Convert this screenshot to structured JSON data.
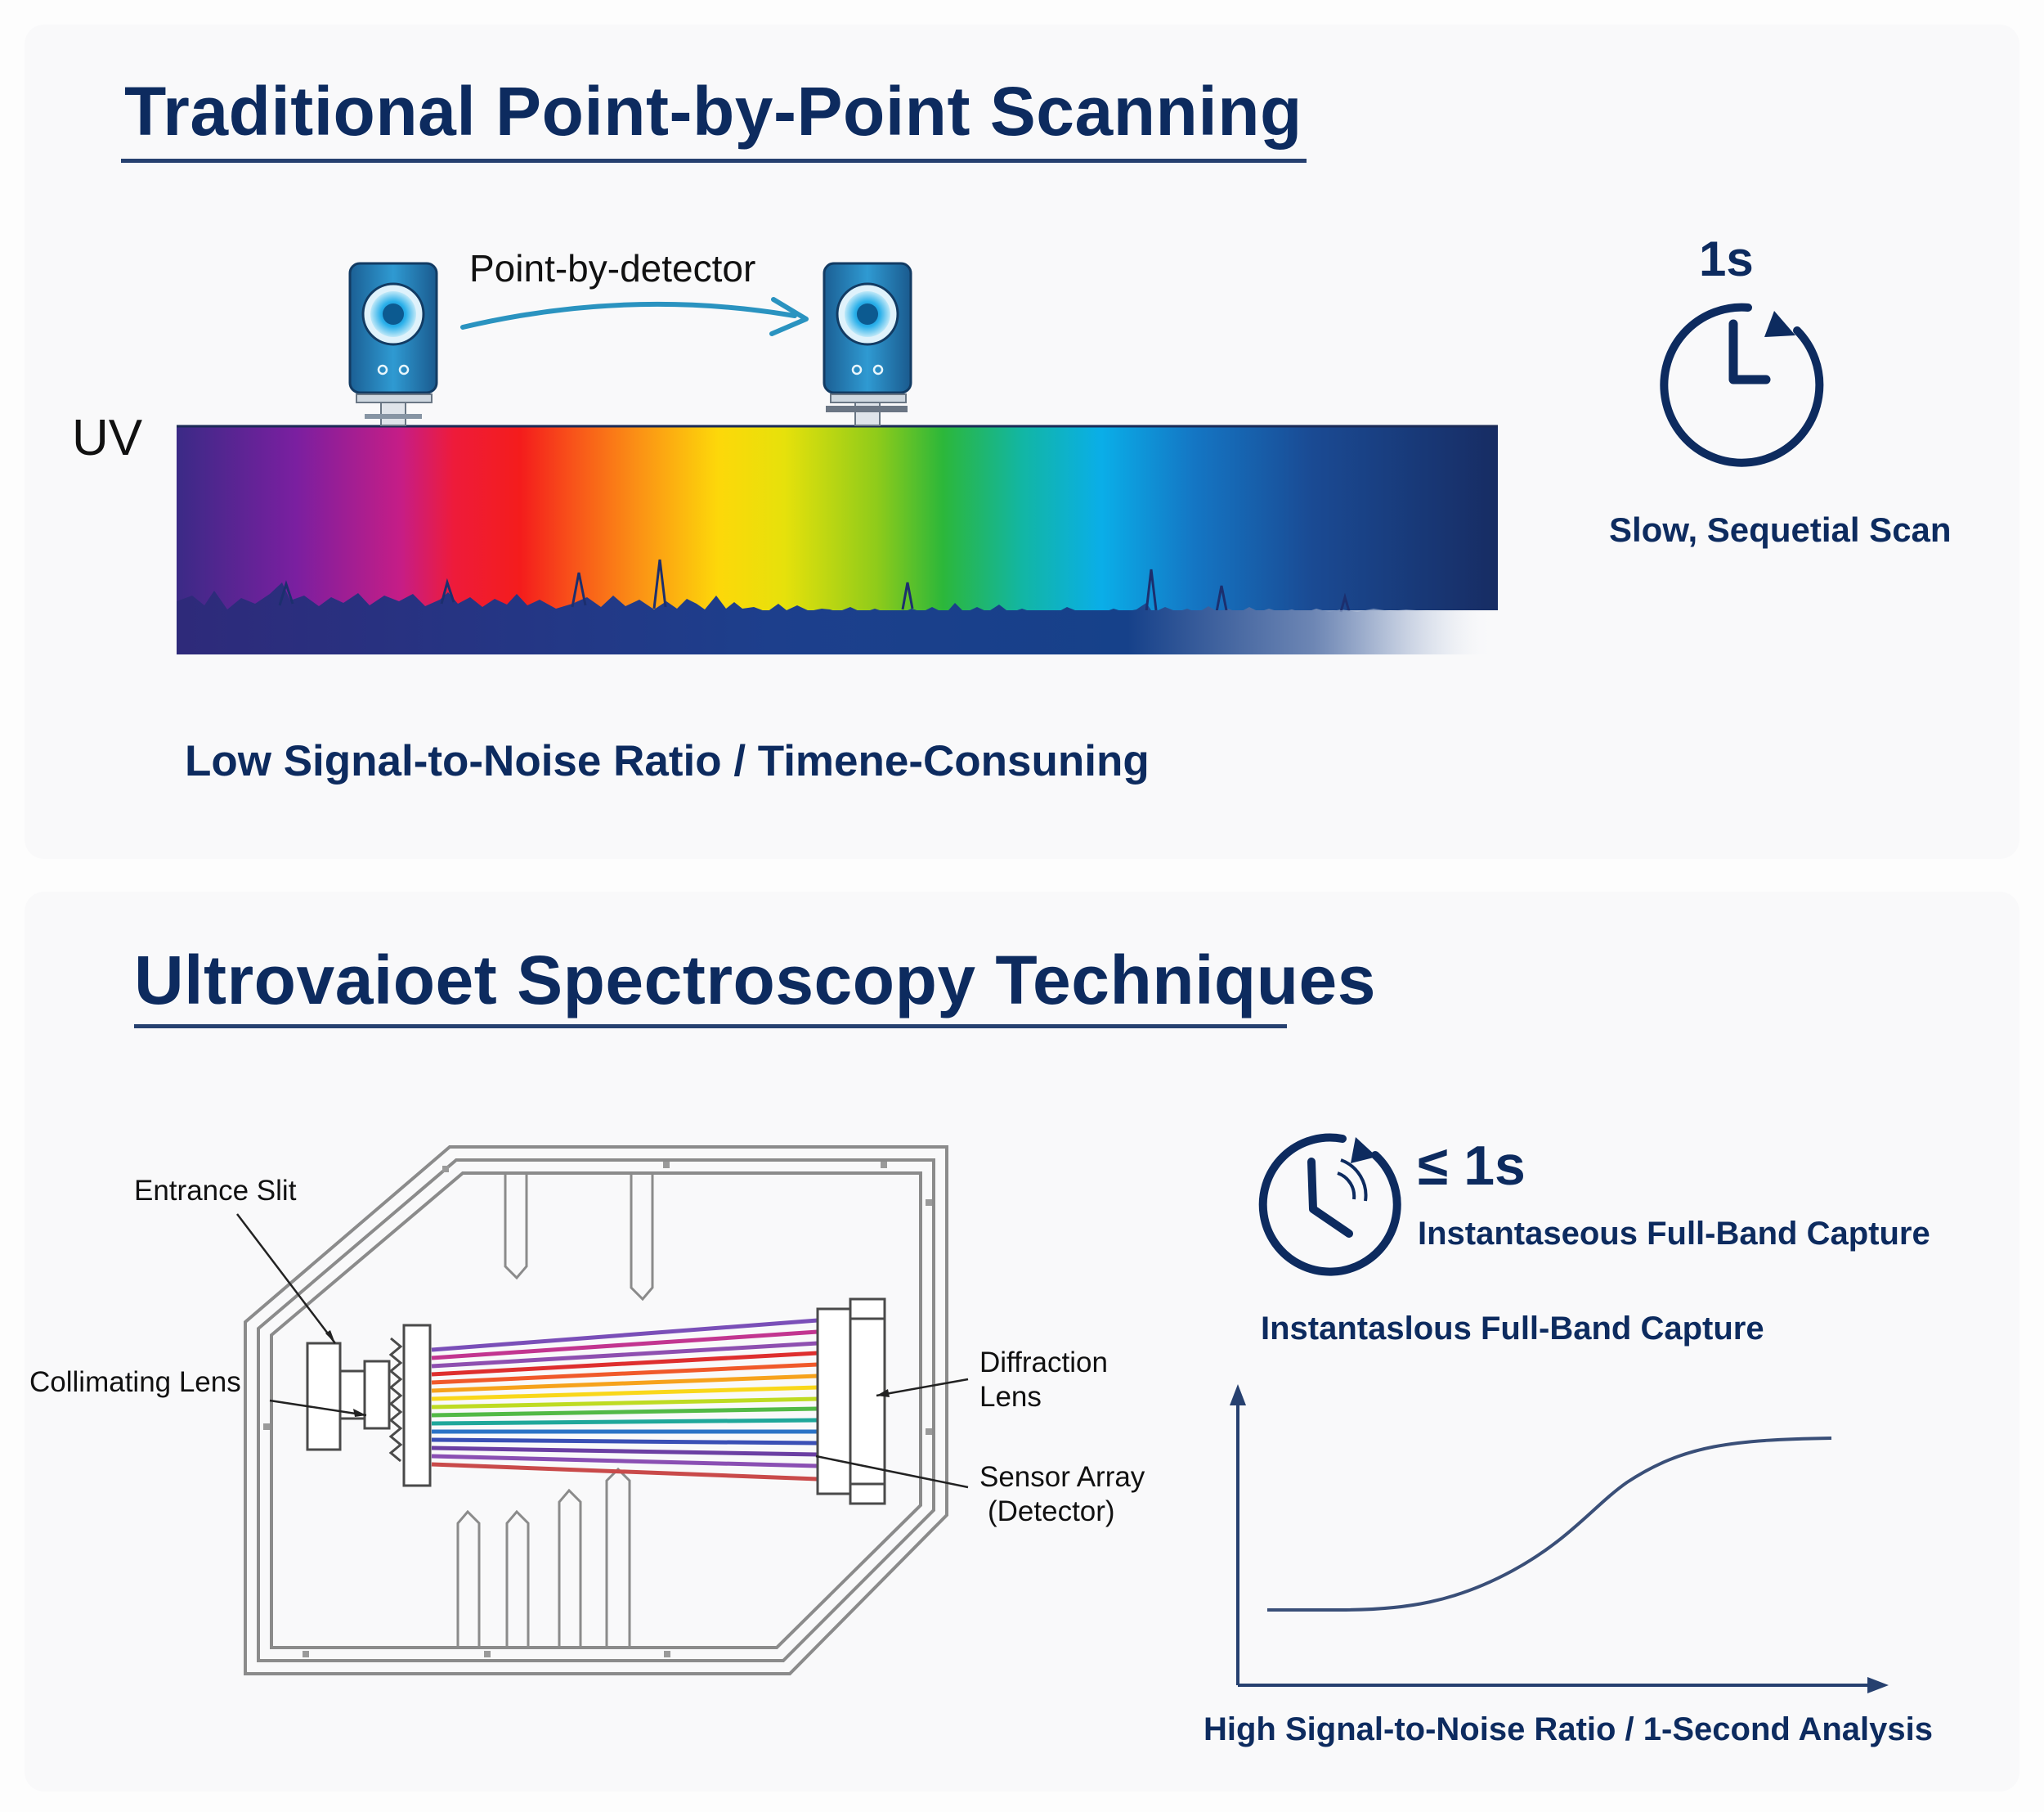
{
  "colors": {
    "navy": "#0d2b5f",
    "rule": "#26406f",
    "arrow": "#2a93c0",
    "detector_blue": "#2a8fc9",
    "background": "#fdfdfd"
  },
  "top": {
    "title": "Traditional Point-by-Point Scanning",
    "arrow_label": "Point-by-detector",
    "spectrum_label": "UV",
    "icons": [
      "detector-icon",
      "detector-icon"
    ],
    "timer": {
      "value": "1s",
      "caption": "Slow, Sequetial Scan",
      "icon": "clock-icon"
    },
    "caption": "Low Signal-to-Noise Ratio / Timene-Consuning"
  },
  "bottom": {
    "title": "Ultrovaioet Spectroscopy Techniques",
    "diagram_labels": {
      "entrance_slit": "Entrance Slit",
      "collimating_lens": "Collimating Lens",
      "diffraction_line1": "Diffraction",
      "diffraction_line2": "Lens",
      "sensor_line1": "Sensor Array",
      "sensor_line2": "(Detector)"
    },
    "timer": {
      "value": "≤ 1s",
      "caption": "Instantaseous Full-Band Capture",
      "icon": "fast-clock-icon"
    },
    "chart_title": "Instantaslous Full-Band Capture",
    "caption": "High Signal-to-Noise Ratio / 1-Second Analysis"
  }
}
